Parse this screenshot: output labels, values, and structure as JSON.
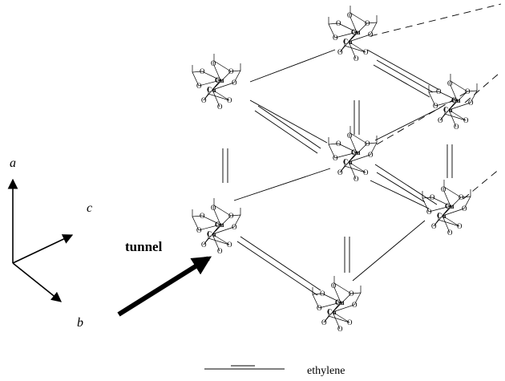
{
  "axes": {
    "a": "a",
    "b": "b",
    "c": "c"
  },
  "tunnel_label": "tunnel",
  "legend": {
    "ethylene_label": "ethylene"
  },
  "atoms": {
    "copper": "Cu",
    "oxygen": "O"
  },
  "units": [
    {
      "id": "unit-top"
    },
    {
      "id": "unit-upper-left"
    },
    {
      "id": "unit-right-upper"
    },
    {
      "id": "unit-center"
    },
    {
      "id": "unit-left"
    },
    {
      "id": "unit-right-lower"
    },
    {
      "id": "unit-bottom"
    }
  ]
}
